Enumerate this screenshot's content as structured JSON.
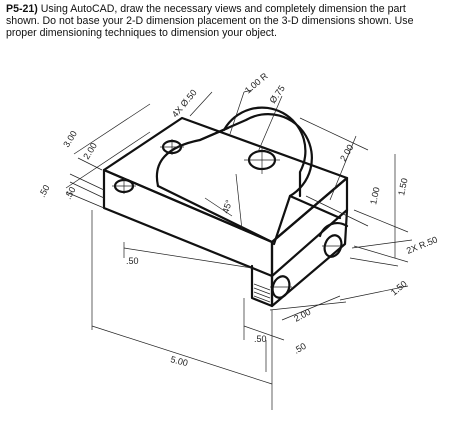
{
  "problem": {
    "number": "P5-21)",
    "line1": "Using AutoCAD, draw the necessary views and completely dimension the part",
    "line2": "shown.  Do not base your 2-D dimension placement on the 3-D dimensions shown.  Use",
    "line3": "proper dimensioning techniques to dimension your object."
  },
  "dimensions": {
    "d300": "3.00",
    "d200a": "2.00",
    "d50a": ".50",
    "d50b": ".50",
    "d4x50": "4X Ø.50",
    "d100r": "1.00 R",
    "d075": "Ø.75",
    "d200b": "2.00",
    "d45": "45°",
    "d100": "1.00",
    "d150a": "1.50",
    "d2xr50": "2X R.50",
    "d150b": "1.50",
    "d200c": "2.00",
    "d50c": ".50",
    "d50d": ".50",
    "d50e": ".50",
    "d500": "5.00"
  }
}
